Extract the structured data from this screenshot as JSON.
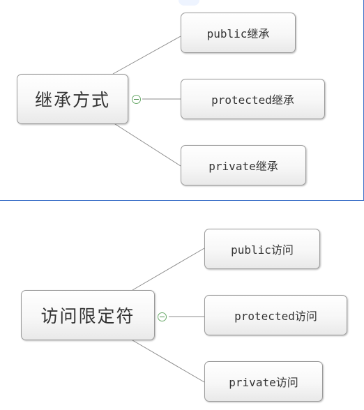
{
  "diagrams": [
    {
      "root": "继承方式",
      "children": [
        "public继承",
        "protected继承",
        "private继承"
      ]
    },
    {
      "root": "访问限定符",
      "children": [
        "public访问",
        "protected访问",
        "private访问"
      ]
    }
  ],
  "colors": {
    "link": "#8c8c8c",
    "panel_border": "#3b6fc7",
    "collapse_icon": "#68a868"
  }
}
